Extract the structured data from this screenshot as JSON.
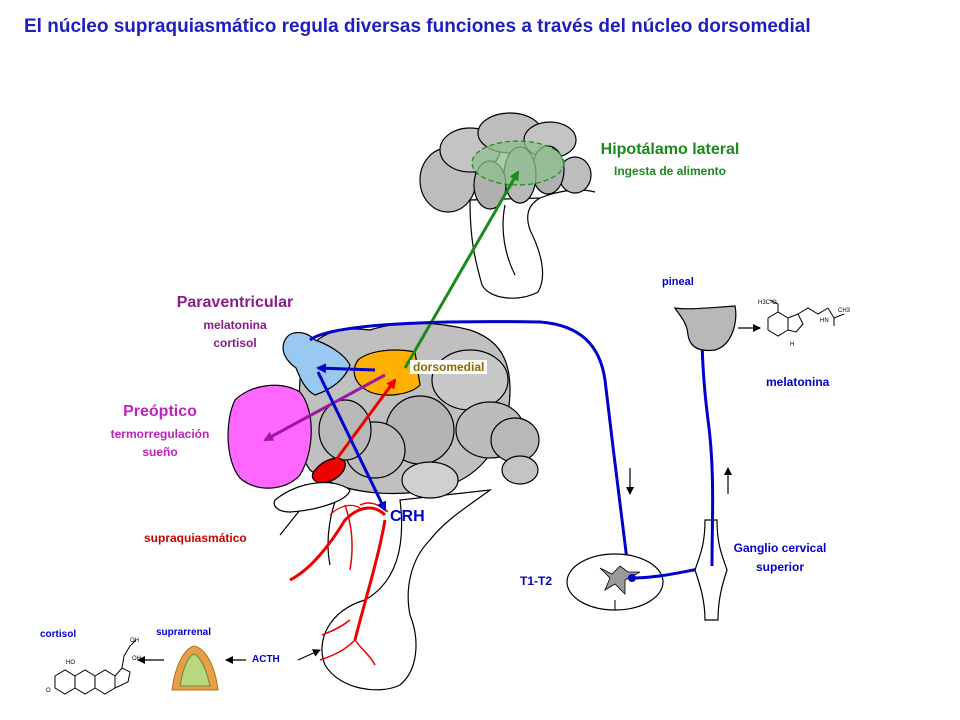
{
  "title": "El núcleo supraquiasmático regula diversas funciones a través del núcleo dorsomedial",
  "colors": {
    "title": "#1f1fbf",
    "green": "#1a8a1a",
    "purple": "#8b1a8b",
    "magenta": "#c020c0",
    "red": "#cc0000",
    "blue": "#0000cc",
    "orange": "#ffb000",
    "lightblue": "#99c8f0",
    "pink": "#ff66ff",
    "gray": "#b3b3b3"
  },
  "labels": {
    "hipotalamo": "Hipotálamo lateral",
    "ingesta": "Ingesta de alimento",
    "paraventricular": "Paraventricular",
    "pv_melatonina": "melatonina",
    "pv_cortisol": "cortisol",
    "dorsomedial": "dorsomedial",
    "preoptico": "Preóptico",
    "termorregulacion": "termorregulación",
    "sueno": "sueño",
    "supraquiasmatico": "supraquiasmático",
    "crh": "CRH",
    "pineal": "pineal",
    "melatonina": "melatonina",
    "t1t2": "T1-T2",
    "ganglio_1": "Ganglio cervical",
    "ganglio_2": "superior",
    "acth": "ACTH",
    "suprarrenal": "suprarrenal",
    "cortisol": "cortisol"
  }
}
